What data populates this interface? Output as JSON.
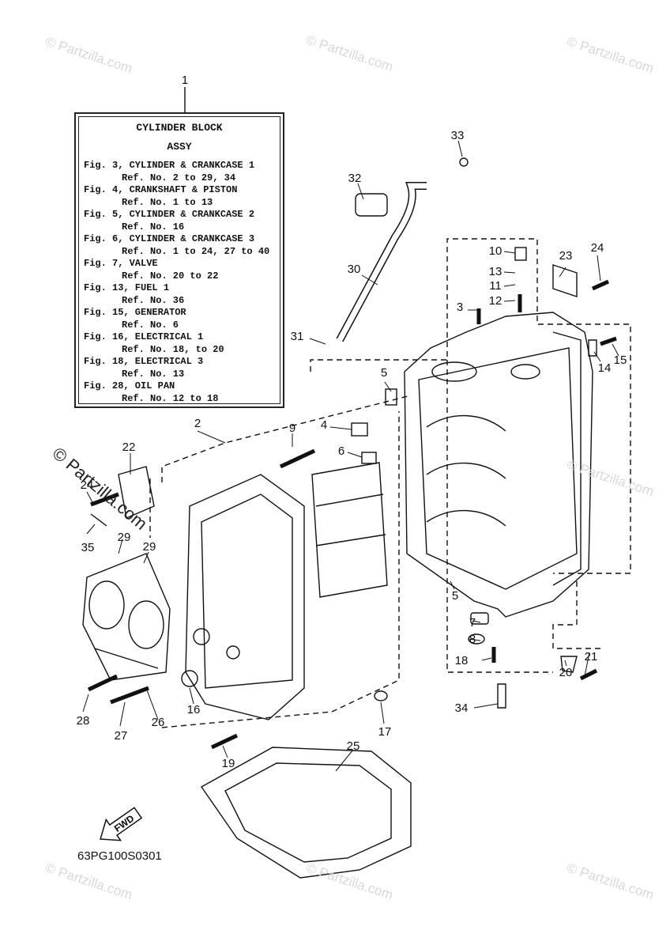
{
  "legend": {
    "number": "1",
    "title": "CYLINDER BLOCK",
    "subtitle": "ASSY",
    "lines": [
      "Fig. 3, CYLINDER & CRANKCASE 1",
      "Ref. No. 2 to 29, 34",
      "Fig. 4, CRANKSHAFT & PISTON",
      "Ref. No. 1 to 13",
      "Fig. 5, CYLINDER & CRANKCASE 2",
      "Ref. No. 16",
      "Fig. 6, CYLINDER & CRANKCASE 3",
      "Ref. No. 1 to 24, 27 to 40",
      "Fig. 7, VALVE",
      "Ref. No. 20 to 22",
      "Fig. 13, FUEL 1",
      "Ref. No. 36",
      "Fig. 15, GENERATOR",
      "Ref. No. 6",
      "Fig. 16, ELECTRICAL 1",
      "Ref. No. 18, to 20",
      "Fig. 18, ELECTRICAL 3",
      "Ref. No. 13",
      "Fig. 28, OIL PAN",
      "Ref. No. 12 to 18"
    ]
  },
  "callouts": [
    "2",
    "3",
    "4",
    "5",
    "5",
    "6",
    "7",
    "8",
    "9",
    "10",
    "11",
    "12",
    "13",
    "14",
    "15",
    "16",
    "17",
    "18",
    "19",
    "20",
    "21",
    "22",
    "23",
    "24",
    "24",
    "25",
    "26",
    "27",
    "28",
    "29",
    "29",
    "30",
    "31",
    "32",
    "33",
    "34",
    "35"
  ],
  "fwd_label": "FWD",
  "diagram_code": "63PG100S0301",
  "watermark": "© Partzilla.com"
}
